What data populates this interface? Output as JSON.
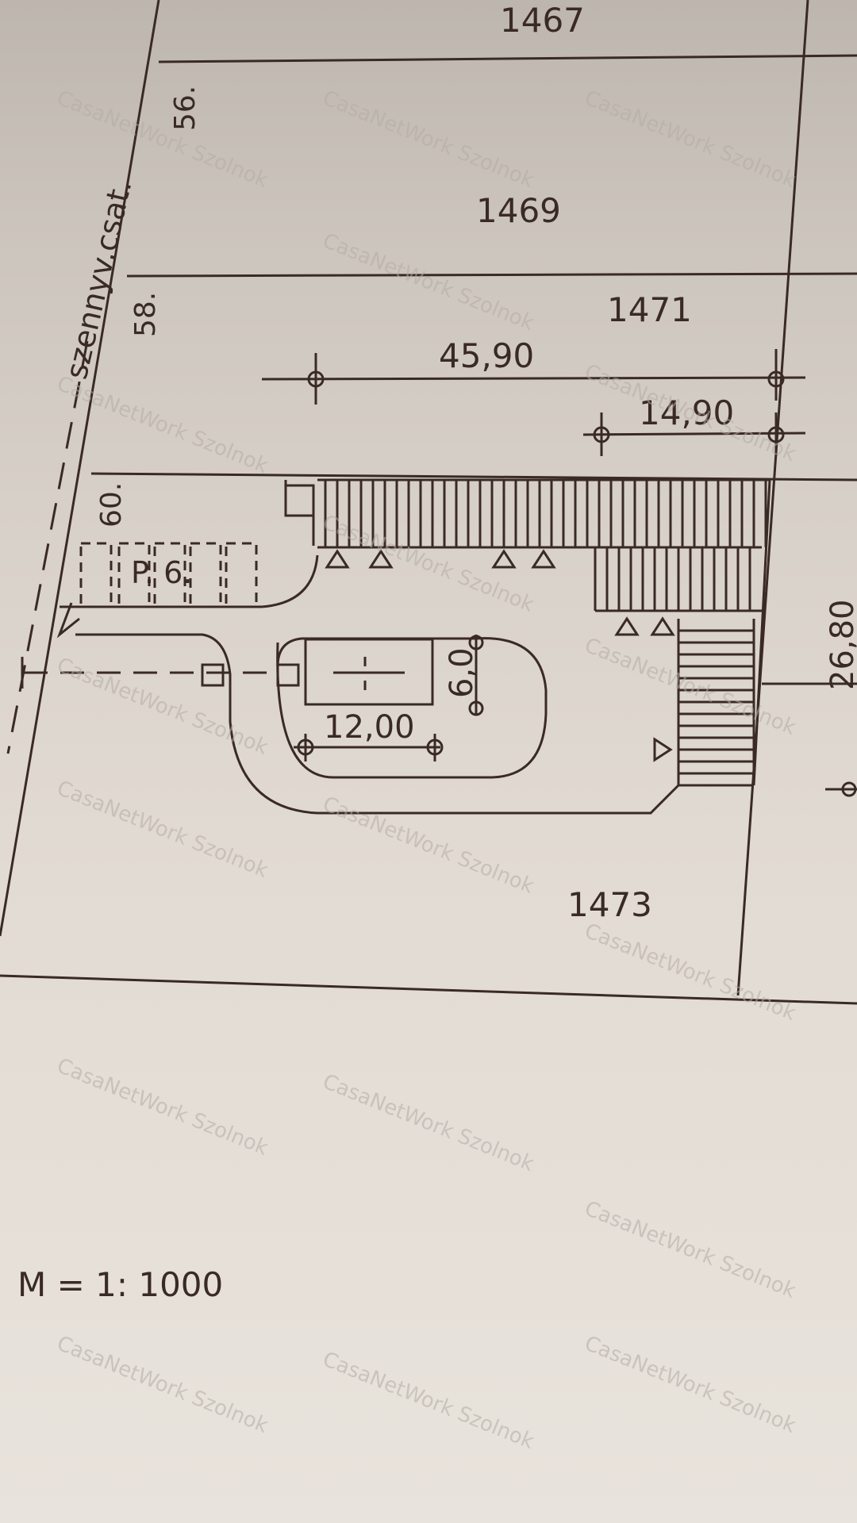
{
  "plan": {
    "parcels": {
      "p1467": "1467",
      "p1469": "1469",
      "p1471": "1471",
      "p1473": "1473"
    },
    "street_numbers": {
      "n56": "56.",
      "n58": "58.",
      "n60": "60."
    },
    "sewer_label": "szennyv.csat.",
    "parking_label": "P. 6.",
    "dimensions": {
      "d_45_90": "45,90",
      "d_14_90": "14,90",
      "d_26_80": "26,80",
      "d_12_00": "12,00",
      "d_6_0": "6,0"
    },
    "scale": "M = 1: 1000",
    "watermark": "CasaNetWork Szolnok"
  },
  "colors": {
    "ink": "#3a2a26",
    "paper_top": "#bdb6ae",
    "paper_bottom": "#e8e3dc",
    "watermark": "#b4aca6"
  }
}
